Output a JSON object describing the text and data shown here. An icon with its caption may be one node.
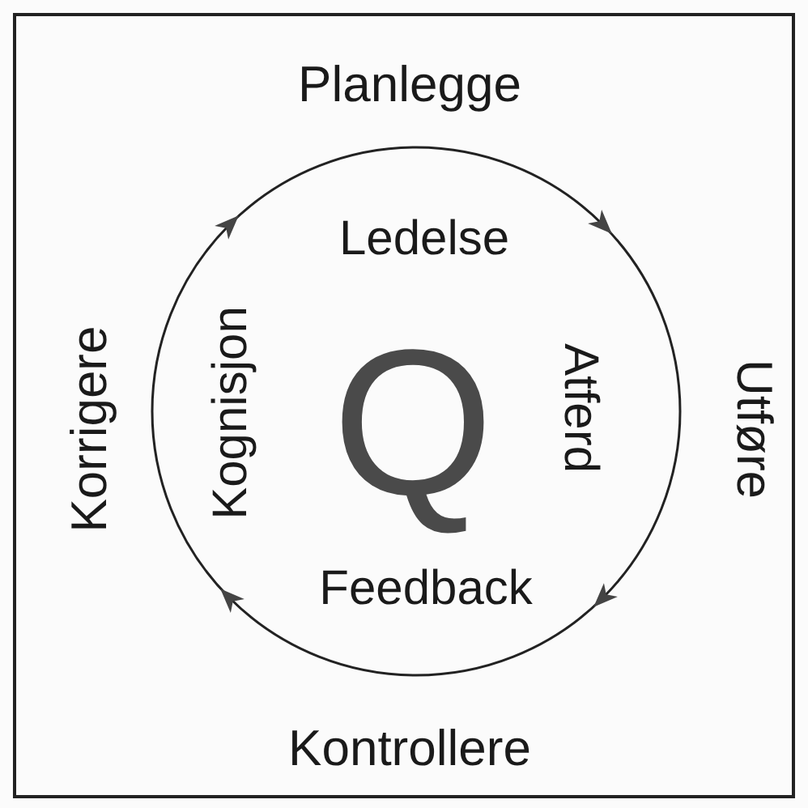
{
  "diagram": {
    "nodes": [
      {
        "text": [
          "Ledelse",
          "Atferd",
          "Q",
          "Kognisjon",
          "Feedback"
        ]
      }
    ],
    "labels": [
      "Planlegge",
      "Korrigere",
      "Utføre",
      "Kontrollere"
    ]
  }
}
